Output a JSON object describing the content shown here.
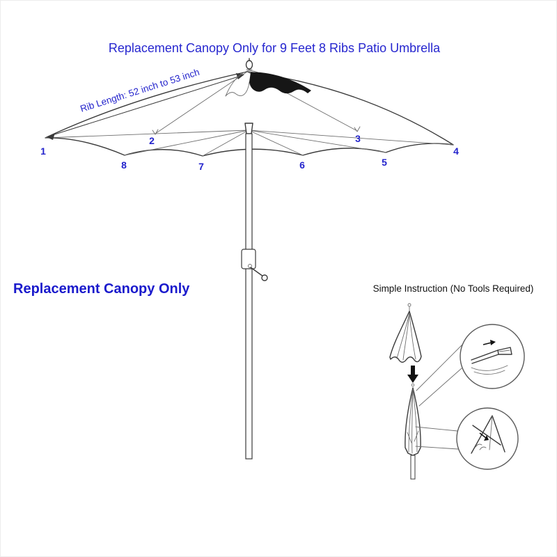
{
  "title": "Replacement Canopy Only for 9 Feet 8 Ribs Patio Umbrella",
  "labels": {
    "left_heading": "Replacement Canopy Only",
    "instruction_heading": "Simple Instruction (No Tools Required)",
    "rib_length": "Rib Length: 52 inch to 53 inch"
  },
  "rib_numbers": [
    "1",
    "2",
    "3",
    "4",
    "5",
    "6",
    "7",
    "8"
  ],
  "colors": {
    "accent_blue": "#2323cc",
    "heading_blue": "#1a1acc",
    "line_dark": "#3a3a3a",
    "background": "#ffffff"
  }
}
